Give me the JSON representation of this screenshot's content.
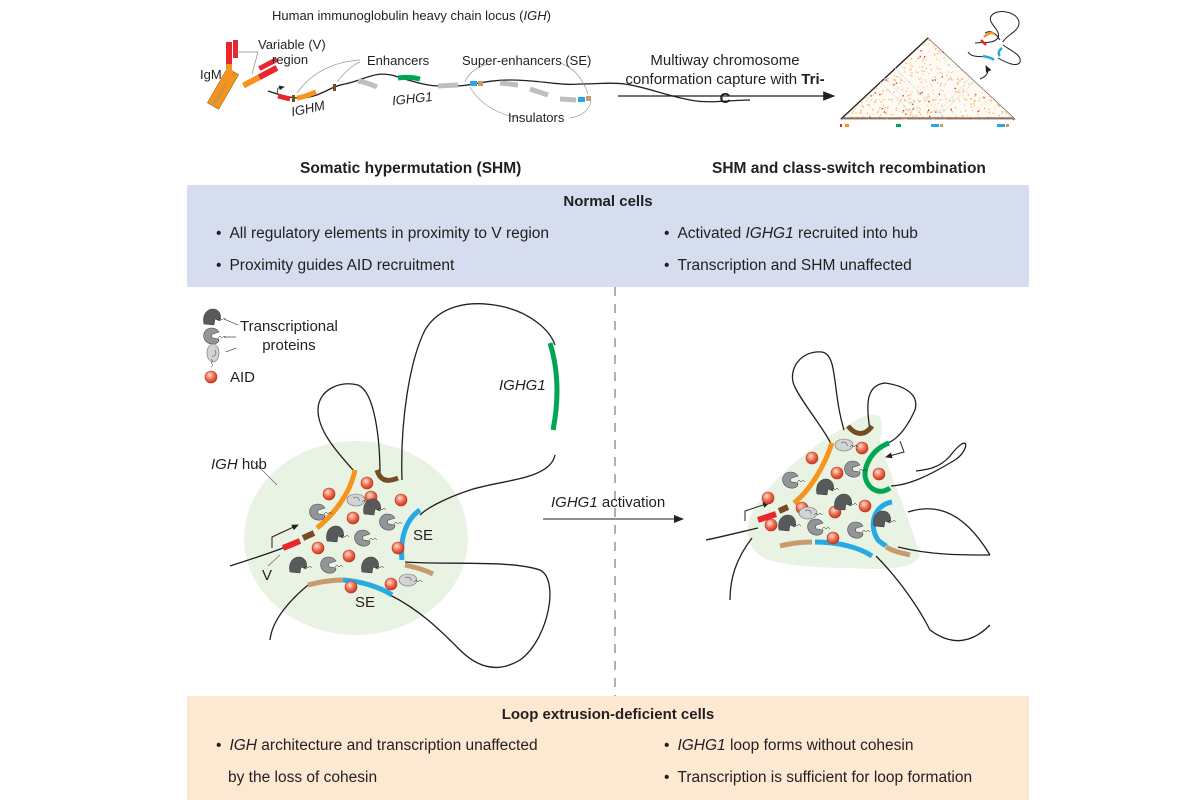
{
  "header": {
    "locus_title_prefix": "Human immunoglobulin heavy chain locus (",
    "locus_title_gene": "IGH",
    "locus_title_suffix": ")",
    "antibody_label": "IgM",
    "variable_region_label_line1": "Variable (V)",
    "variable_region_label_line2": "region",
    "enhancers_label": "Enhancers",
    "super_enhancers_label": "Super-enhancers (SE)",
    "insulators_label": "Insulators",
    "gene_ighm": "IGHM",
    "gene_ighg1": "IGHG1",
    "method_line1": "Multiway chromosome",
    "method_line2_prefix": "conformation capture with ",
    "method_line2_bold": "Tri-C"
  },
  "columns": {
    "left_heading": "Somatic hypermutation (SHM)",
    "right_heading": "SHM and class-switch recombination"
  },
  "normal_cells": {
    "title": "Normal cells",
    "left_bullets": [
      "All regulatory elements in proximity to V region",
      "Proximity guides AID recruitment"
    ],
    "right_bullet_1_gene": "IGHG1",
    "right_bullet_1_prefix": "Activated ",
    "right_bullet_1_suffix": " recruited into hub",
    "right_bullet_2": "Transcription and SHM unaffected"
  },
  "legend": {
    "proteins_line1": "Transcriptional",
    "proteins_line2": "proteins",
    "aid": "AID"
  },
  "diagram": {
    "hub_gene": "IGH",
    "hub_suffix": " hub",
    "v_label": "V",
    "se_label": "SE",
    "ighg1_loop_label": "IGHG1",
    "activation_gene": "IGHG1",
    "activation_suffix": " activation"
  },
  "loop_cells": {
    "title": "Loop extrusion-deficient cells",
    "left_bullet_gene": "IGH",
    "left_bullet_suffix": " architecture and transcription unaffected",
    "left_bullet_cont": "by the loss of cohesin",
    "right_bullet_1_gene": "IGHG1",
    "right_bullet_1_suffix": " loop forms without cohesin",
    "right_bullet_2": "Transcription is sufficient for loop formation"
  },
  "colors": {
    "v_region": "#e8262b",
    "ighm": "#f7941d",
    "enhancer": "#754c24",
    "ighg1": "#00a651",
    "super_enhancer": "#27aae1",
    "insulator": "#c69c6d",
    "hub_fill": "#e9f3e3",
    "aid": "#f05a40",
    "normal_panel": "#d5ddee",
    "loop_panel": "#fde8d1"
  }
}
